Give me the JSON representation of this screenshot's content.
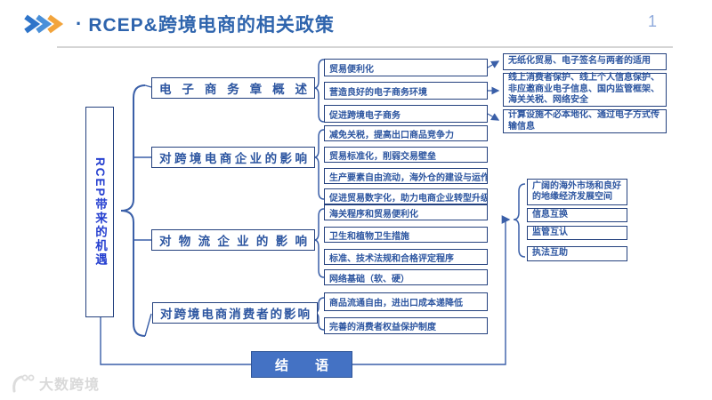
{
  "header": {
    "title": "RCEP&跨境电商的相关政策",
    "bullet": "·",
    "page_number": "1"
  },
  "colors": {
    "accent_blue": "#2F5597",
    "title_blue": "#2E64AD",
    "node_border_navy": "#24417E",
    "node_text_blue": "#2C55A0",
    "root_text_blue": "#2640D0",
    "conclusion_fill": "#4472C4",
    "connector_blue": "#3A5FA8",
    "chevron_blue_1": "#2E74C9",
    "chevron_blue_2": "#4A90D9",
    "chevron_orange": "#F2A43C",
    "title_underline_gray": "#ABABAB",
    "page_number_blue": "#8FAADC",
    "watermark_gray": "#D9D9D9"
  },
  "root": {
    "label": "RCEP带来的机遇"
  },
  "branches": [
    {
      "label": "电子商务章概述",
      "children": [
        "贸易便利化",
        "营造良好的电子商务环境",
        "促进跨境电子商务"
      ]
    },
    {
      "label": "对跨境电商企业的影响",
      "children": [
        "减免关税，提高出口商品竞争力",
        "贸易标准化，削弱交易壁垒",
        "生产要素自由流动，海外仓的建设与运作",
        "促进贸易数字化，助力电商企业转型升级"
      ]
    },
    {
      "label": "对物流企业的影响",
      "children": [
        "海关程序和贸易便利化",
        "卫生和植物卫生措施",
        "标准、技术法规和合格评定程序",
        "网络基础（软、硬）"
      ]
    },
    {
      "label": "对跨境电商消费者的影响",
      "children": [
        "商品流通自由，进出口成本递降低",
        "完善的消费者权益保护制度"
      ]
    }
  ],
  "right_top_notes": [
    "无纸化贸易、电子签名与两者的适用",
    "线上消费者保护、线上个人信息保护、非应邀商业电子信息、国内监管框架、海关关税、网络安全",
    "计算设施不必本地化、通过电子方式传输信息"
  ],
  "right_mid_notes": [
    "广阔的海外市场和良好的地缘经济发展空间",
    "信息互换",
    "监管互认",
    "执法互助"
  ],
  "footer": {
    "conclusion": "结语",
    "watermark": "大数跨境"
  }
}
